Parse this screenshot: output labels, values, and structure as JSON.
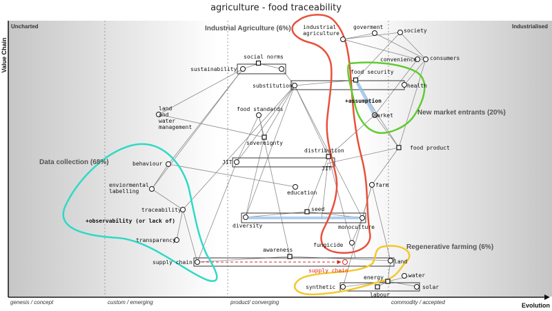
{
  "title": "agriculture - food traceability",
  "corners": {
    "left": "Uncharted",
    "right": "Industrialised"
  },
  "axes": {
    "y_title": "Value Chain",
    "x_title": "Evolution",
    "stages": [
      "genesis / concept",
      "custom / emerging",
      "product/ converging",
      "commodity / accepted"
    ]
  },
  "regions": {
    "industrial": "Industrial Agriculture (6%)",
    "new_market": "New market entrants (20%)",
    "data_collection": "Data collection (68%)",
    "regenerative": "Regenerative farming (6%)"
  },
  "nodes": {
    "industrial_agriculture": "industrial\nagriculture",
    "goverment": "goverment",
    "society": "society",
    "consumers": "consumers",
    "convenience": "convenience",
    "social_norms": "social norms",
    "sustainability": "sustainability",
    "food_security": "food security",
    "health": "health",
    "substitution": "substitution",
    "market": "market",
    "land_water": "land\nand\nwater\nmanagement",
    "food_standards": "food standards",
    "sovereignty": "sovereignty",
    "food_product": "food product",
    "distribution": "distribution",
    "behaviour": "behaviour",
    "jit_left": "JIT",
    "jit_right": "JIT",
    "farm": "farm",
    "enviormental_labelling": "enviormental\nlabelling",
    "education": "education",
    "seed": "seed",
    "traceability": "traceability",
    "diversity": "diversity",
    "monoculture": "monoculture",
    "transparency": "transparency",
    "fungicide": "fungicide",
    "awareness": "awareness",
    "supply_chain": "supply chain",
    "supply_chain_future": "supply chain",
    "land": "land",
    "water": "water",
    "energy": "energy",
    "synthetic": "synthetic",
    "solar": "solar",
    "labour": "labour"
  },
  "notes": {
    "assumption": "+assumption",
    "observability": "+observability (or lack of)"
  },
  "colors": {
    "industrial": "#e8503a",
    "new_market": "#5fcc2e",
    "data_collection": "#2fd9c6",
    "regenerative": "#f2c82a",
    "evolve": "#e02020",
    "pipeline_highlight": "#9cc4ea"
  }
}
